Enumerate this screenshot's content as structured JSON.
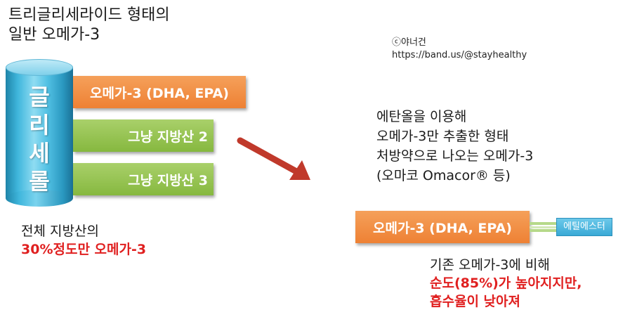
{
  "title": {
    "line1": "트리글리세라이드 형태의",
    "line2": "일반 오메가-3"
  },
  "copyright": {
    "line1": "ⓒ야너건",
    "line2": "https://band.us/@stayhealthy"
  },
  "cylinder": {
    "label_lines": [
      "글",
      "리",
      "세",
      "롤"
    ]
  },
  "left_bars": {
    "omega": "오메가-3 (DHA, EPA)",
    "fatty1": "그냥 지방산 2",
    "fatty2": "그냥 지방산 3"
  },
  "left_note": {
    "line1": "전체 지방산의",
    "line2": "30%정도만 오메가-3"
  },
  "right_desc": {
    "line1": "에탄올을 이용해",
    "line2": "오메가-3만 추출한 형태",
    "line3": "처방약으로 나오는 오메가-3",
    "line4": "(오마코 Omacor® 등)"
  },
  "right_bar": {
    "omega": "오메가-3 (DHA, EPA)",
    "ester": "에틸에스터"
  },
  "right_note": {
    "line1": "기존 오메가-3에 비해",
    "line2": "순도(85%)가 높아지지만,",
    "line3": "흡수율이 낮아져"
  },
  "colors": {
    "orange": "#ee8134",
    "green": "#86b83f",
    "blue": "#3aa9d6",
    "arrow": "#c0392b",
    "highlight": "#e02020"
  }
}
